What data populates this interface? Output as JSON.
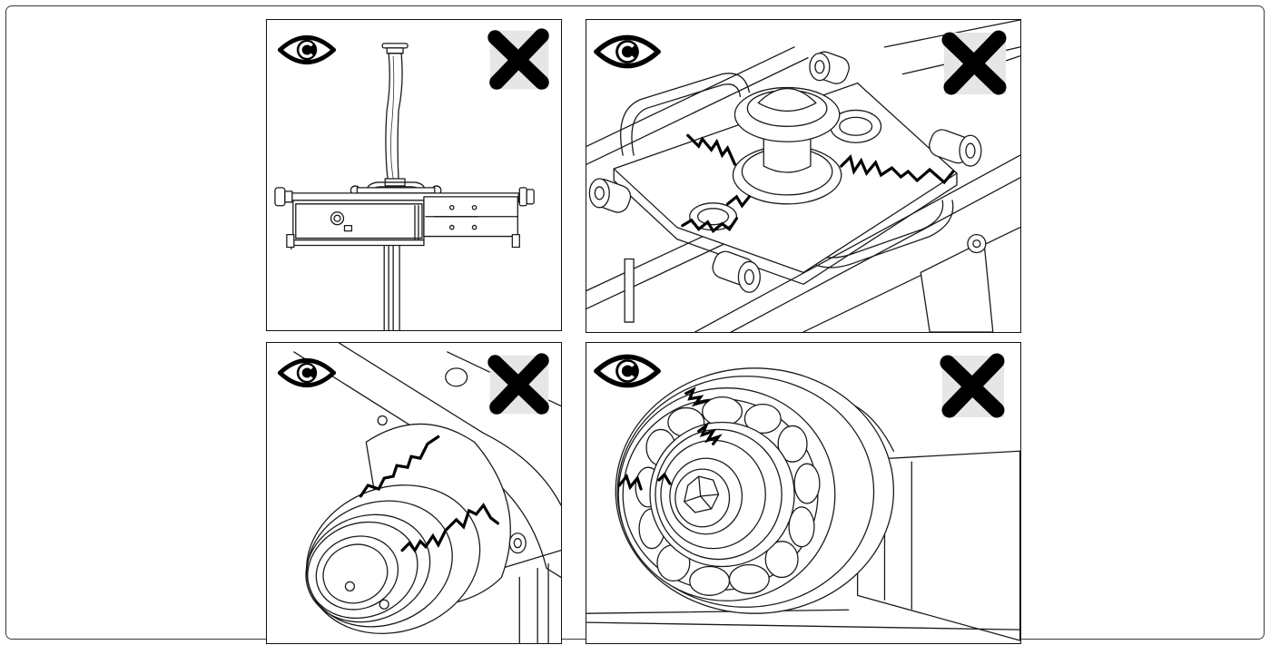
{
  "colors": {
    "line": "#1a1a1a",
    "background": "#ffffff",
    "symbol": "#000000",
    "symbol_backing": "#e6e6e6"
  },
  "panels": [
    {
      "subject": "whole-lift-assembly",
      "icons": [
        "eye-icon",
        "x-mark-icon"
      ],
      "damage": "none-visible"
    },
    {
      "subject": "lifting-plate",
      "icons": [
        "eye-icon",
        "x-mark-icon"
      ],
      "damage": "cracks"
    },
    {
      "subject": "roller-housing",
      "icons": [
        "eye-icon",
        "x-mark-icon"
      ],
      "damage": "cracks"
    },
    {
      "subject": "roller-bearing",
      "icons": [
        "eye-icon",
        "x-mark-icon"
      ],
      "damage": "cracks"
    }
  ]
}
